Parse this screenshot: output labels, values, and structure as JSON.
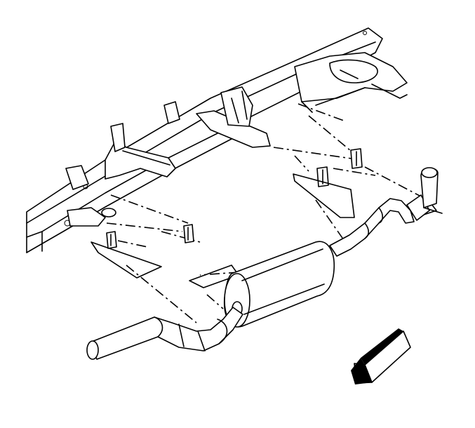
{
  "diagram": {
    "components": {
      "frame": "vehicle-frame",
      "muffler": "muffler",
      "tailpipe": "tailpipe",
      "front_pipe": "front-exhaust-pipe",
      "hangers": [
        "hanger-front-left",
        "hanger-front-right",
        "hanger-center",
        "hanger-rear-left",
        "hanger-rear-right"
      ],
      "brackets": [
        "muffler-bracket-left",
        "muffler-bracket-right",
        "front-pipe-bracket"
      ]
    },
    "colors": {
      "line": "#000000",
      "background": "#ffffff"
    },
    "indicator_icon": "front-direction-arrow-icon"
  }
}
